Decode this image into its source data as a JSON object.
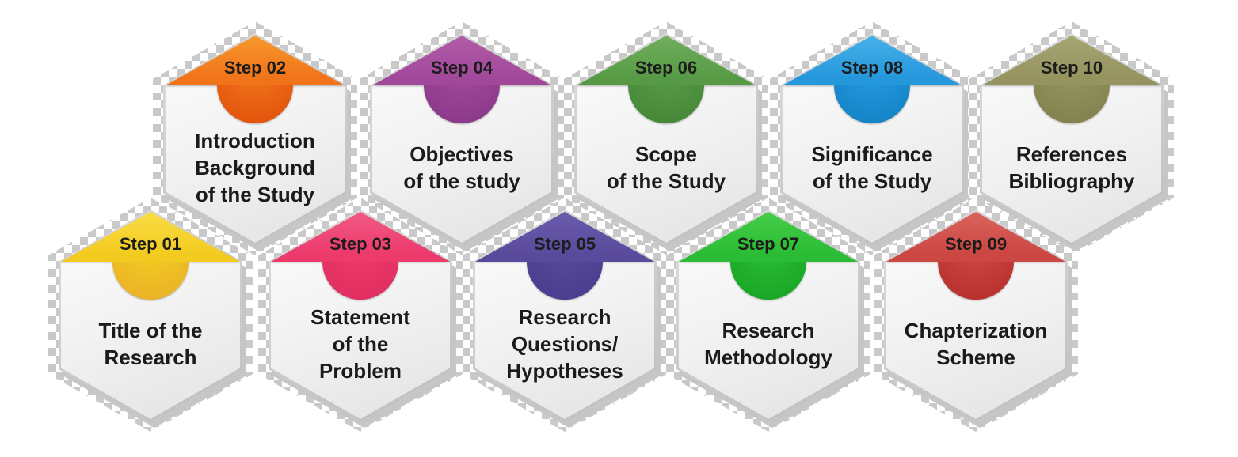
{
  "canvas": {
    "background": "#ffffff"
  },
  "steps": [
    {
      "label": "Step 01",
      "title": "Title of the\nResearch",
      "colors": {
        "light": "#F8DC43",
        "base": "#F3CB20",
        "dark": "#EBB428"
      }
    },
    {
      "label": "Step 02",
      "title": "Introduction\nBackground\nof the Study",
      "colors": {
        "light": "#F7992B",
        "base": "#F1731A",
        "dark": "#E3560C"
      }
    },
    {
      "label": "Step 03",
      "title": "Statement\nof the\nProblem",
      "colors": {
        "light": "#F25A85",
        "base": "#EC3A6B",
        "dark": "#E02F60"
      }
    },
    {
      "label": "Step 04",
      "title": "Objectives\nof the study",
      "colors": {
        "light": "#B05CA7",
        "base": "#A2489B",
        "dark": "#8D3A8B"
      }
    },
    {
      "label": "Step 05",
      "title": "Research\nQuestions/\nHypotheses",
      "colors": {
        "light": "#6B5BAC",
        "base": "#594A9B",
        "dark": "#4B3D8F"
      }
    },
    {
      "label": "Step 06",
      "title": "Scope\nof the Study",
      "colors": {
        "light": "#70AF5D",
        "base": "#579A45",
        "dark": "#468939"
      }
    },
    {
      "label": "Step 07",
      "title": "Research\nMethodology",
      "colors": {
        "light": "#45CC48",
        "base": "#2ABC34",
        "dark": "#1AA727"
      }
    },
    {
      "label": "Step 08",
      "title": "Significance\nof the Study",
      "colors": {
        "light": "#46B0E9",
        "base": "#2598DC",
        "dark": "#1485C8"
      }
    },
    {
      "label": "Step 09",
      "title": "Chapterization\nScheme",
      "colors": {
        "light": "#D9635D",
        "base": "#CC4642",
        "dark": "#BA322F"
      }
    },
    {
      "label": "Step 10",
      "title": "References\nBibliography",
      "colors": {
        "light": "#A6A573",
        "base": "#95945F",
        "dark": "#848350"
      }
    }
  ]
}
